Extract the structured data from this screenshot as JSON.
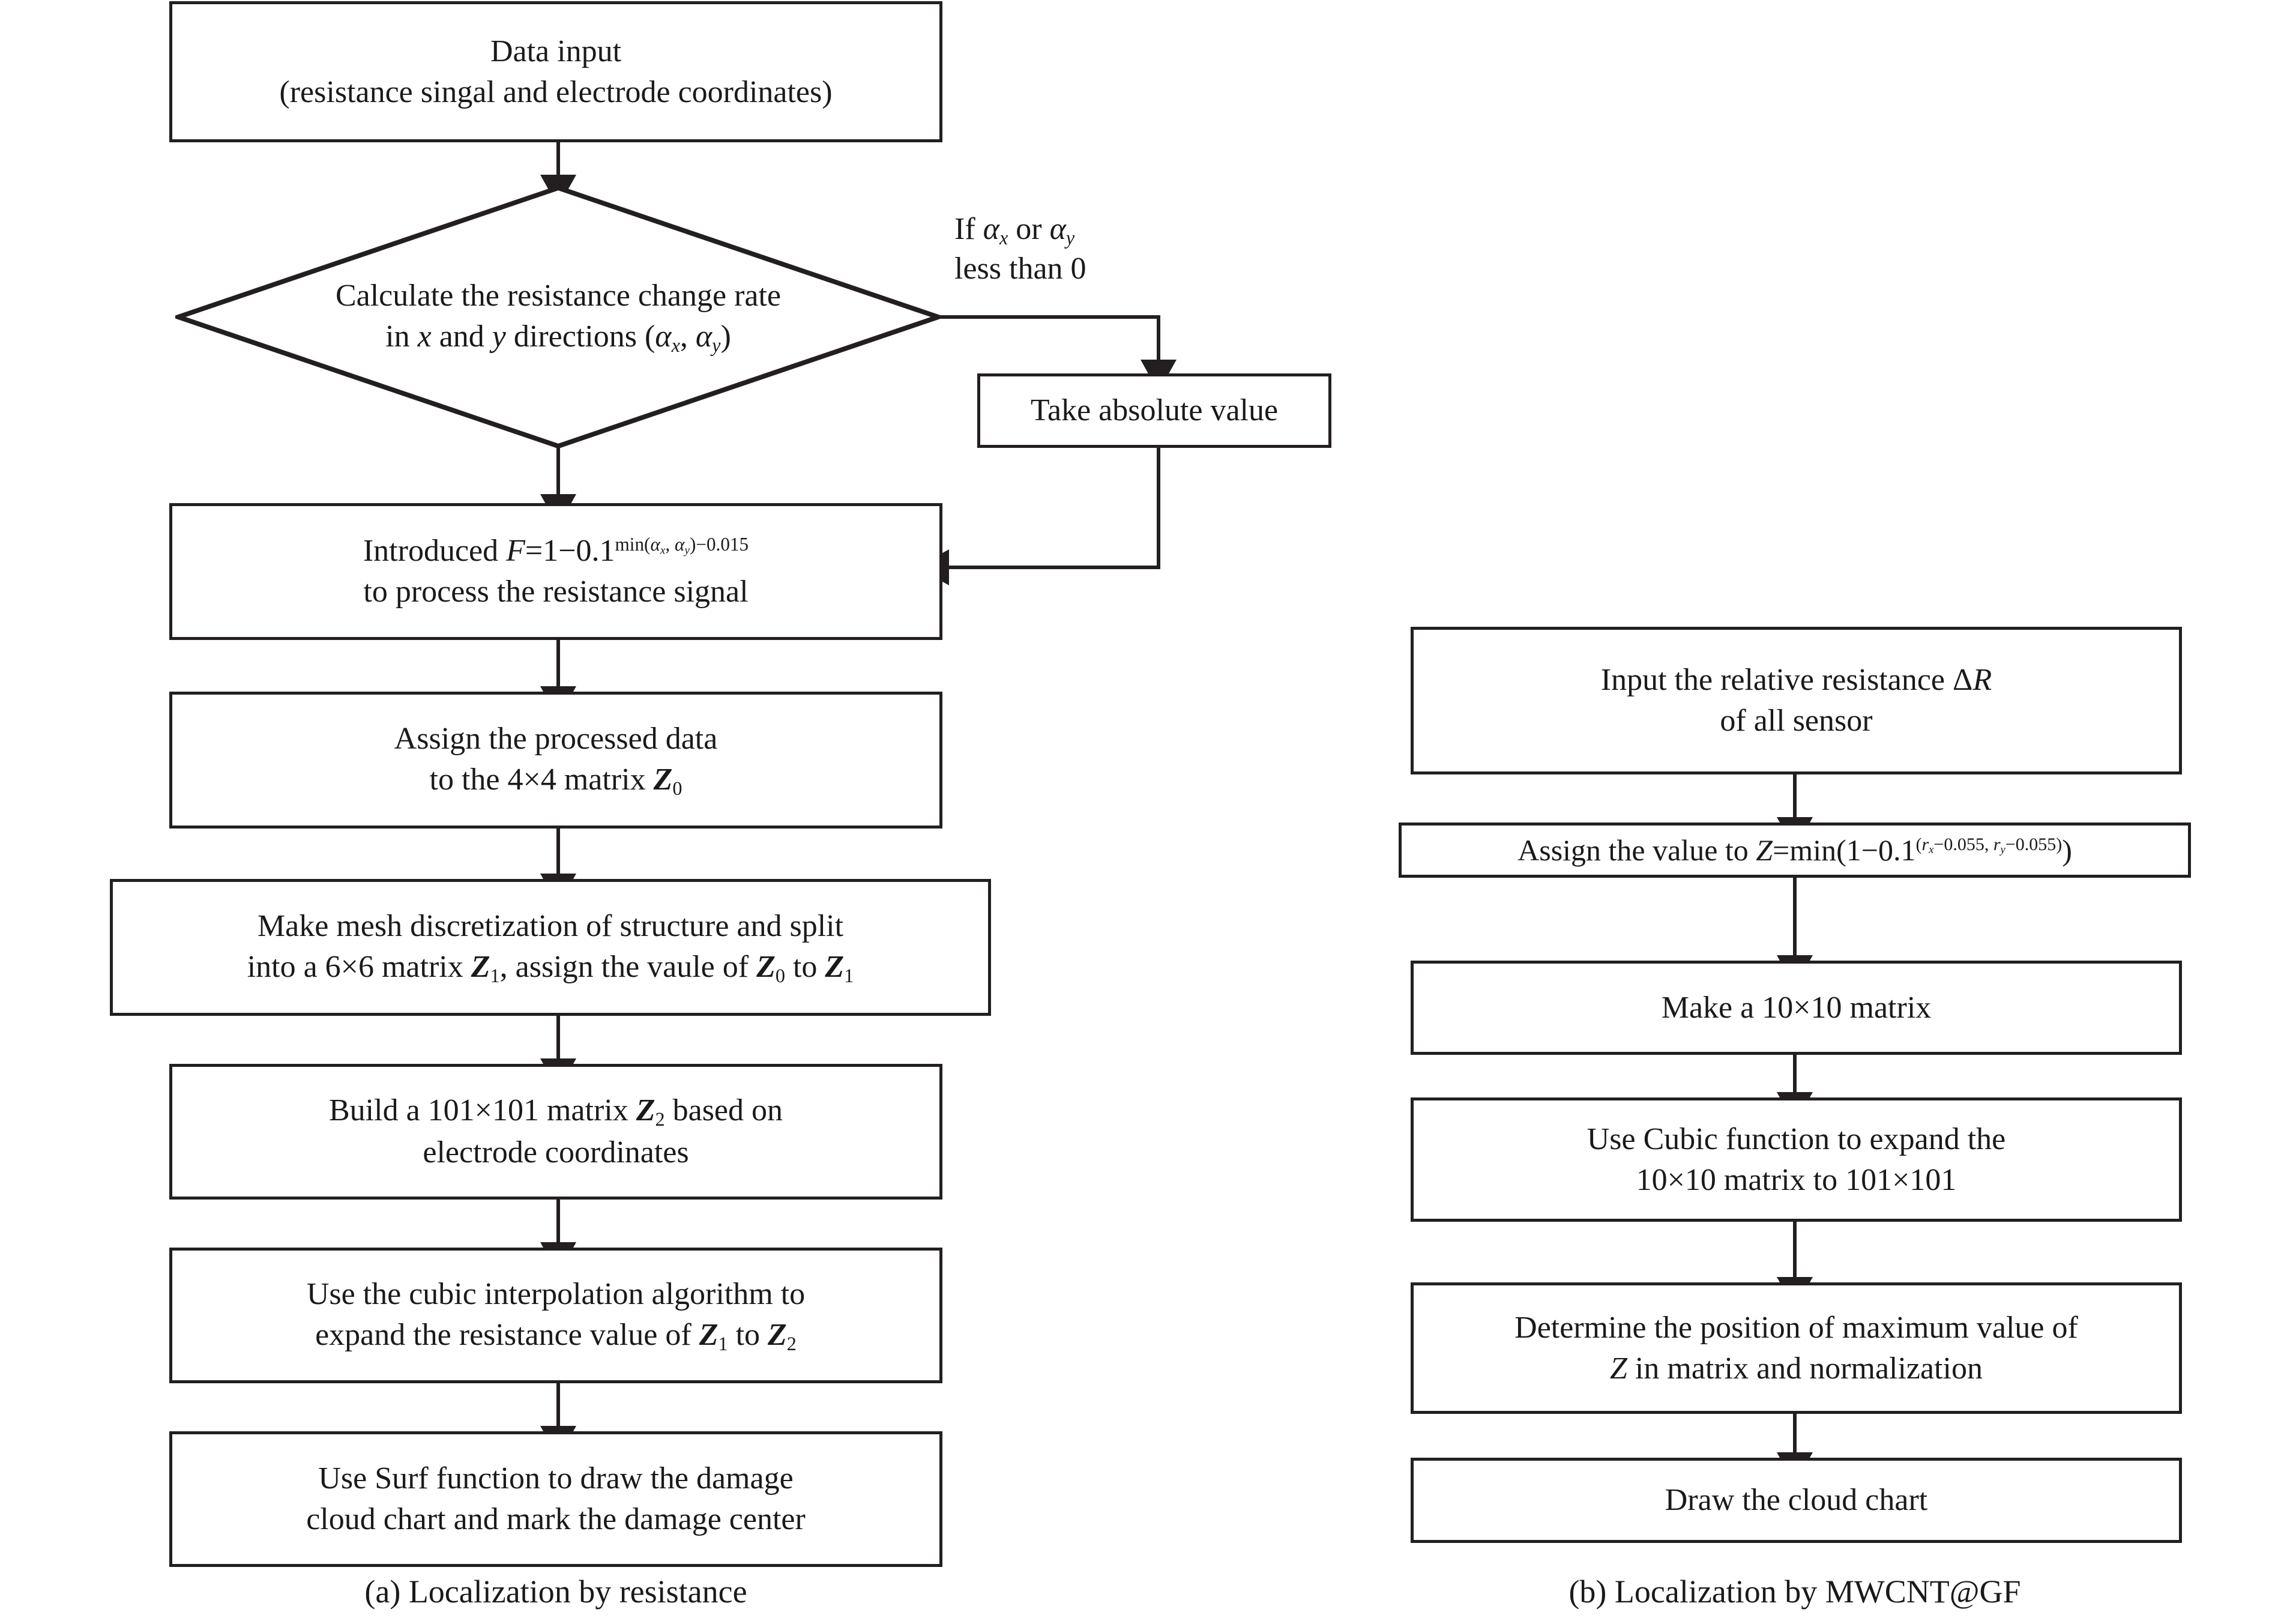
{
  "figure": {
    "type": "flowchart",
    "panels": [
      {
        "id": "a",
        "caption": "(a) Localization by resistance",
        "nodes": [
          {
            "id": "a1",
            "shape": "process",
            "lines": [
              "Data input",
              "(resistance singal and electrode coordinates)"
            ],
            "text": "Data input (resistance singal and electrode coordinates)"
          },
          {
            "id": "a2",
            "shape": "decision",
            "lines": [
              "Calculate the resistance change rate",
              "in x and y directions (αx, αy)"
            ],
            "text": "Calculate the resistance change rate in x and y directions (αx, αy)"
          },
          {
            "id": "a3",
            "shape": "process",
            "lines": [
              "Take absolute value"
            ],
            "text": "Take absolute value"
          },
          {
            "id": "a4",
            "shape": "process",
            "lines": [
              "Introduced F=1−0.1min(αx, αy)−0.015",
              "to process the resistance signal"
            ],
            "text": "Introduced F=1−0.1^(min(αx, αy)−0.015) to process the resistance signal"
          },
          {
            "id": "a5",
            "shape": "process",
            "lines": [
              "Assign the processed data",
              "to the 4×4 matrix Z0"
            ],
            "text": "Assign the processed data to the 4×4 matrix Z0"
          },
          {
            "id": "a6",
            "shape": "process",
            "lines": [
              "Make mesh discretization of structure and split",
              "into a 6×6 matrix Z1, assign the vaule of Z0 to Z1"
            ],
            "text": "Make mesh discretization of structure and split into a 6×6 matrix Z1, assign the vaule of Z0 to Z1"
          },
          {
            "id": "a7",
            "shape": "process",
            "lines": [
              "Build a 101×101 matrix Z2 based on",
              "electrode coordinates"
            ],
            "text": "Build a 101×101 matrix Z2 based on electrode coordinates"
          },
          {
            "id": "a8",
            "shape": "process",
            "lines": [
              "Use the cubic interpolation algorithm to",
              "expand the resistance value of Z1 to Z2"
            ],
            "text": "Use the cubic interpolation algorithm to expand the resistance value of Z1 to Z2"
          },
          {
            "id": "a9",
            "shape": "process",
            "lines": [
              "Use Surf function to draw the damage",
              "cloud chart and mark the damage center"
            ],
            "text": "Use Surf function to draw the damage cloud chart and mark the damage center"
          }
        ],
        "branch_label": {
          "lines": [
            "If αx or αy",
            "less than 0"
          ],
          "text": "If αx or αy less than 0"
        },
        "edges": [
          {
            "from": "a1",
            "to": "a2",
            "arrow": true
          },
          {
            "from": "a2",
            "to": "a3",
            "arrow": true,
            "label": "If αx or αy less than 0"
          },
          {
            "from": "a2",
            "to": "a4",
            "arrow": true
          },
          {
            "from": "a3",
            "to": "a4",
            "arrow": true
          },
          {
            "from": "a4",
            "to": "a5",
            "arrow": true
          },
          {
            "from": "a5",
            "to": "a6",
            "arrow": true
          },
          {
            "from": "a6",
            "to": "a7",
            "arrow": true
          },
          {
            "from": "a7",
            "to": "a8",
            "arrow": true
          },
          {
            "from": "a8",
            "to": "a9",
            "arrow": true
          }
        ]
      },
      {
        "id": "b",
        "caption": "(b) Localization by MWCNT@GF",
        "nodes": [
          {
            "id": "b1",
            "shape": "process",
            "lines": [
              "Input the relative resistance ΔR",
              "of all sensor"
            ],
            "text": "Input the relative resistance ΔR of all sensor"
          },
          {
            "id": "b2",
            "shape": "process",
            "lines": [
              "Assign the value to Z=min(1−0.1(rx−0.055, ry−0.055))"
            ],
            "text": "Assign the value to Z=min(1−0.1^(rx−0.055, ry−0.055))"
          },
          {
            "id": "b3",
            "shape": "process",
            "lines": [
              "Make a 10×10 matrix"
            ],
            "text": "Make a 10×10 matrix"
          },
          {
            "id": "b4",
            "shape": "process",
            "lines": [
              "Use Cubic function to expand the",
              "10×10 matrix to 101×101"
            ],
            "text": "Use Cubic function to expand the 10×10 matrix to 101×101"
          },
          {
            "id": "b5",
            "shape": "process",
            "lines": [
              "Determine the position of maximum value of",
              "Z in matrix and normalization"
            ],
            "text": "Determine the position of maximum value of Z in matrix and normalization"
          },
          {
            "id": "b6",
            "shape": "process",
            "lines": [
              "Draw the cloud chart"
            ],
            "text": "Draw the cloud chart"
          }
        ],
        "edges": [
          {
            "from": "b1",
            "to": "b2",
            "arrow": true
          },
          {
            "from": "b2",
            "to": "b3",
            "arrow": true
          },
          {
            "from": "b3",
            "to": "b4",
            "arrow": true
          },
          {
            "from": "b4",
            "to": "b5",
            "arrow": true
          },
          {
            "from": "b5",
            "to": "b6",
            "arrow": true
          }
        ]
      }
    ],
    "colors": {
      "stroke": "#231f20",
      "fill": "#ffffff",
      "text": "#1a1a1a"
    }
  }
}
